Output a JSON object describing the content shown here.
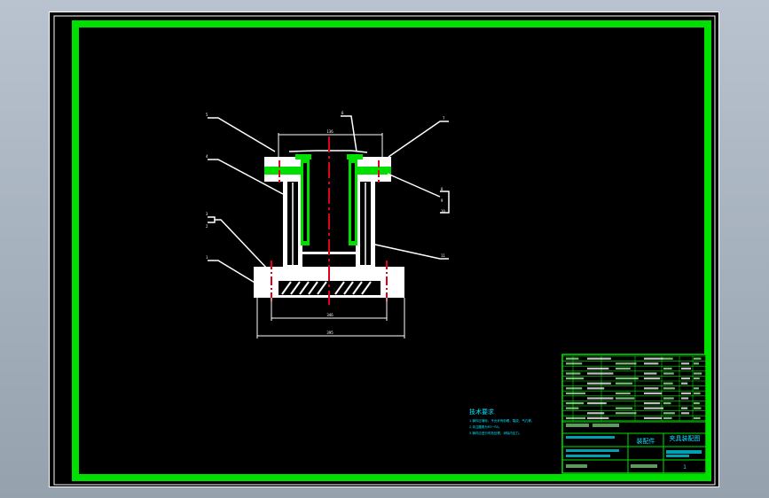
{
  "drawing": {
    "part_labels": [
      "1",
      "2",
      "3",
      "4",
      "5",
      "6",
      "7",
      "8",
      "9",
      "10",
      "11"
    ],
    "dimensions": {
      "top_width": "136",
      "base_inner": "346",
      "base_outer": "395"
    }
  },
  "notes": {
    "heading": "技术要求",
    "lines": [
      "1.铸件应清砂，不允许有砂眼、裂纹、气孔等。",
      "2.未注圆角为R3~R5。",
      "3.铸件应进行时效处理，消除内应力。"
    ]
  },
  "title_block": {
    "part_type": "装配件",
    "title": "夹具装配图",
    "sheet_number": "1"
  },
  "colors": {
    "frame": "#00e000",
    "leader": "#ffffff",
    "centerline": "#e0001a",
    "text": "#00e5ff",
    "part": "#ffffff",
    "hatch": "#00e000",
    "background": "#000000"
  }
}
